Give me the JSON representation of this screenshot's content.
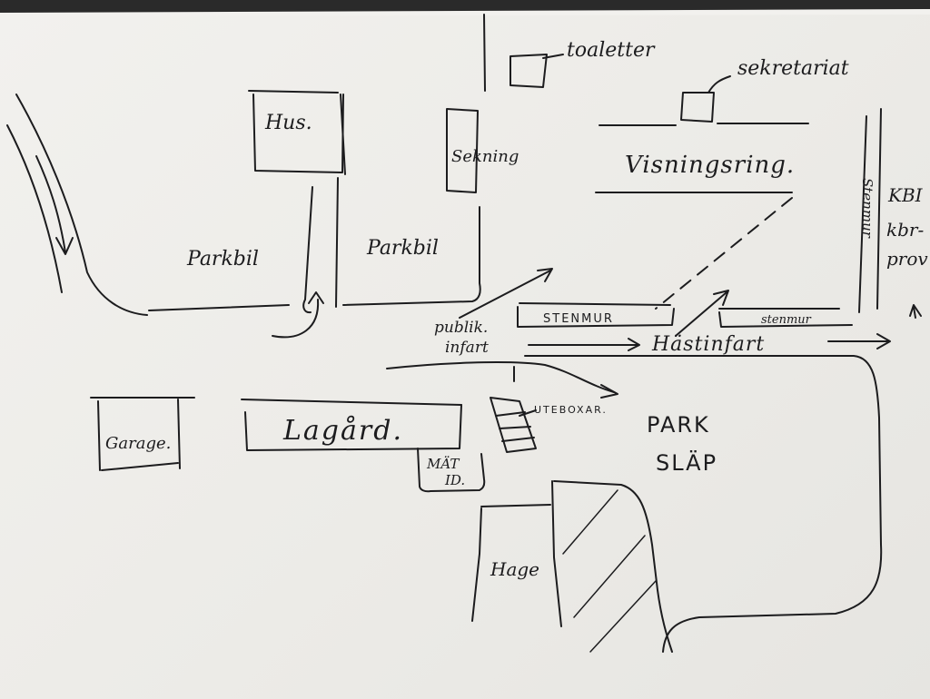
{
  "sketch": {
    "labels": {
      "hus": "Hus.",
      "toaletter": "toaletter",
      "sekretariat": "sekretariat",
      "sekning": "Sekning",
      "visningsring": "Visningsring.",
      "stenmur_vertical": "Stenmur",
      "kbi": "KBI",
      "kbr": "kbr-",
      "prov": "prov",
      "parkbil_left": "Parkbil",
      "parkbil_right": "Parkbil",
      "stenmur_1": "STENMUR",
      "stenmur_2": "stenmur",
      "publik": "publik.",
      "infart": "infart",
      "hastinfart": "Hästinfart",
      "garage": "Garage.",
      "lagard": "Lagård.",
      "uteboxar": "UTEBOXAR.",
      "park": "PARK",
      "slap": "SLÄP",
      "mat": "MÄT",
      "id": "ID.",
      "hage": "Hage"
    }
  }
}
